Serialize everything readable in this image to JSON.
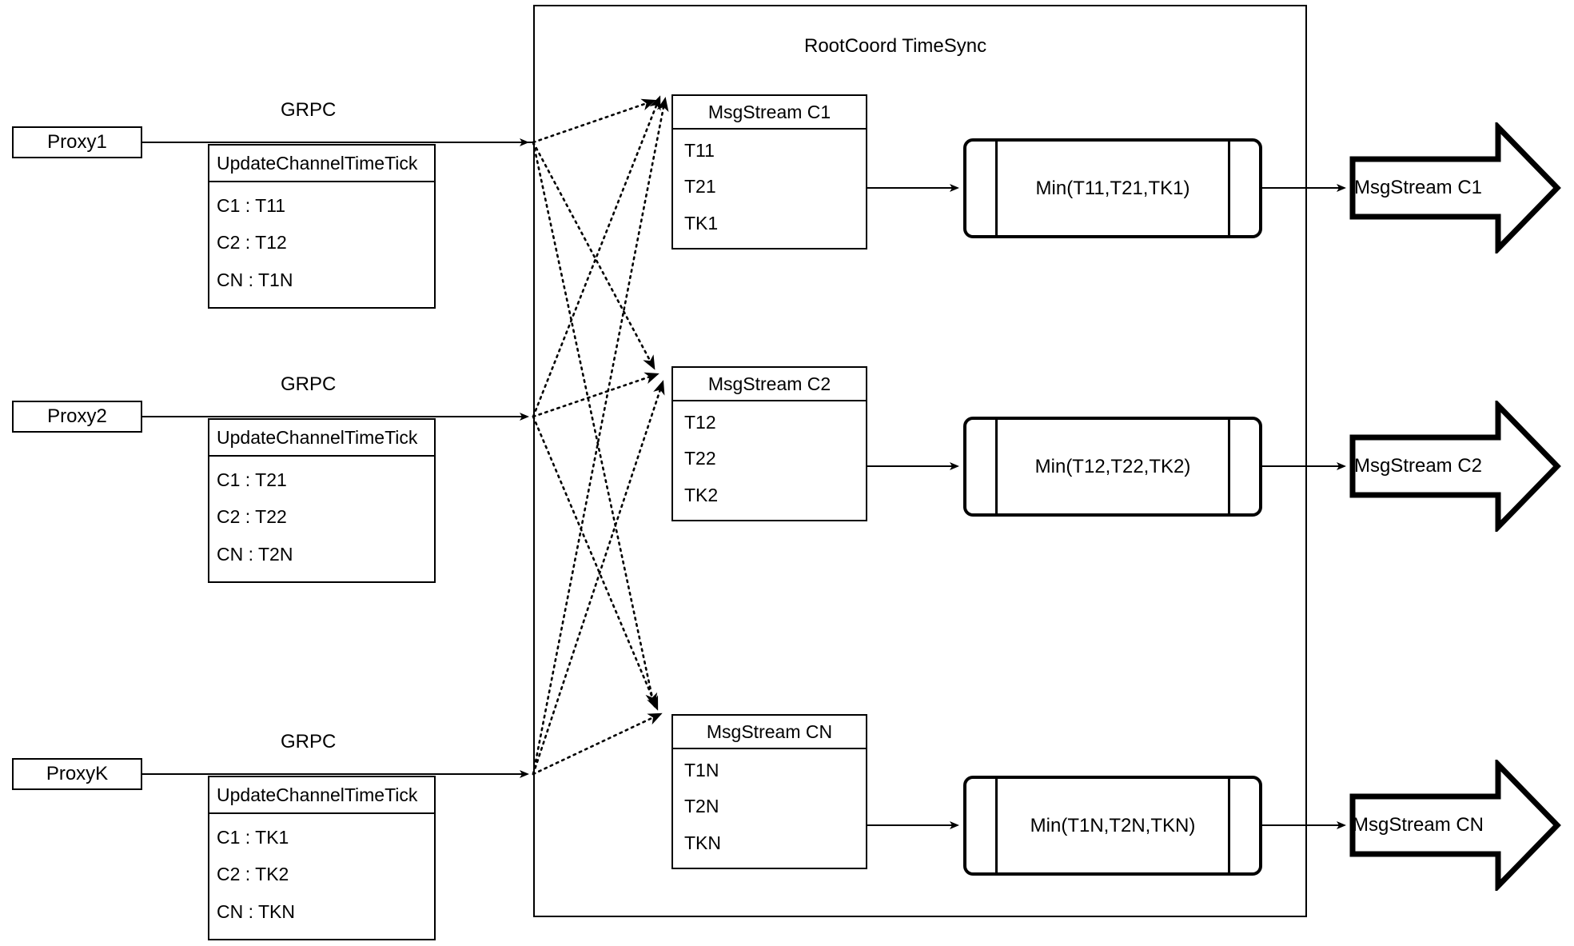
{
  "diagram": {
    "title": "RootCoord TimeSync",
    "container_label": "RootCoord TimeSync"
  },
  "proxies": [
    {
      "name": "Proxy1",
      "link_label": "GRPC",
      "request": {
        "title": "UpdateChannelTimeTick",
        "rows": [
          "C1 :  T11",
          "C2 :  T12",
          "CN : T1N"
        ]
      }
    },
    {
      "name": "Proxy2",
      "link_label": "GRPC",
      "request": {
        "title": "UpdateChannelTimeTick",
        "rows": [
          "C1 :  T21",
          "C2 :  T22",
          "CN : T2N"
        ]
      }
    },
    {
      "name": "ProxyK",
      "link_label": "GRPC",
      "request": {
        "title": "UpdateChannelTimeTick",
        "rows": [
          "C1 :  TK1",
          "C2 :  TK2",
          "CN : TKN"
        ]
      }
    }
  ],
  "channels": [
    {
      "stream": {
        "title": "MsgStream C1",
        "rows": [
          "T11",
          "T21",
          "TK1"
        ]
      },
      "reducer": "Min(T11,T21,TK1)",
      "output": "MsgStream C1"
    },
    {
      "stream": {
        "title": "MsgStream C2",
        "rows": [
          "T12",
          "T22",
          "TK2"
        ]
      },
      "reducer": "Min(T12,T22,TK2)",
      "output": "MsgStream C2"
    },
    {
      "stream": {
        "title": "MsgStream CN",
        "rows": [
          "T1N",
          "T2N",
          "TKN"
        ]
      },
      "reducer": "Min(T1N,T2N,TKN)",
      "output": "MsgStream CN"
    }
  ],
  "colors": {
    "stroke": "#000000",
    "background": "#ffffff"
  }
}
